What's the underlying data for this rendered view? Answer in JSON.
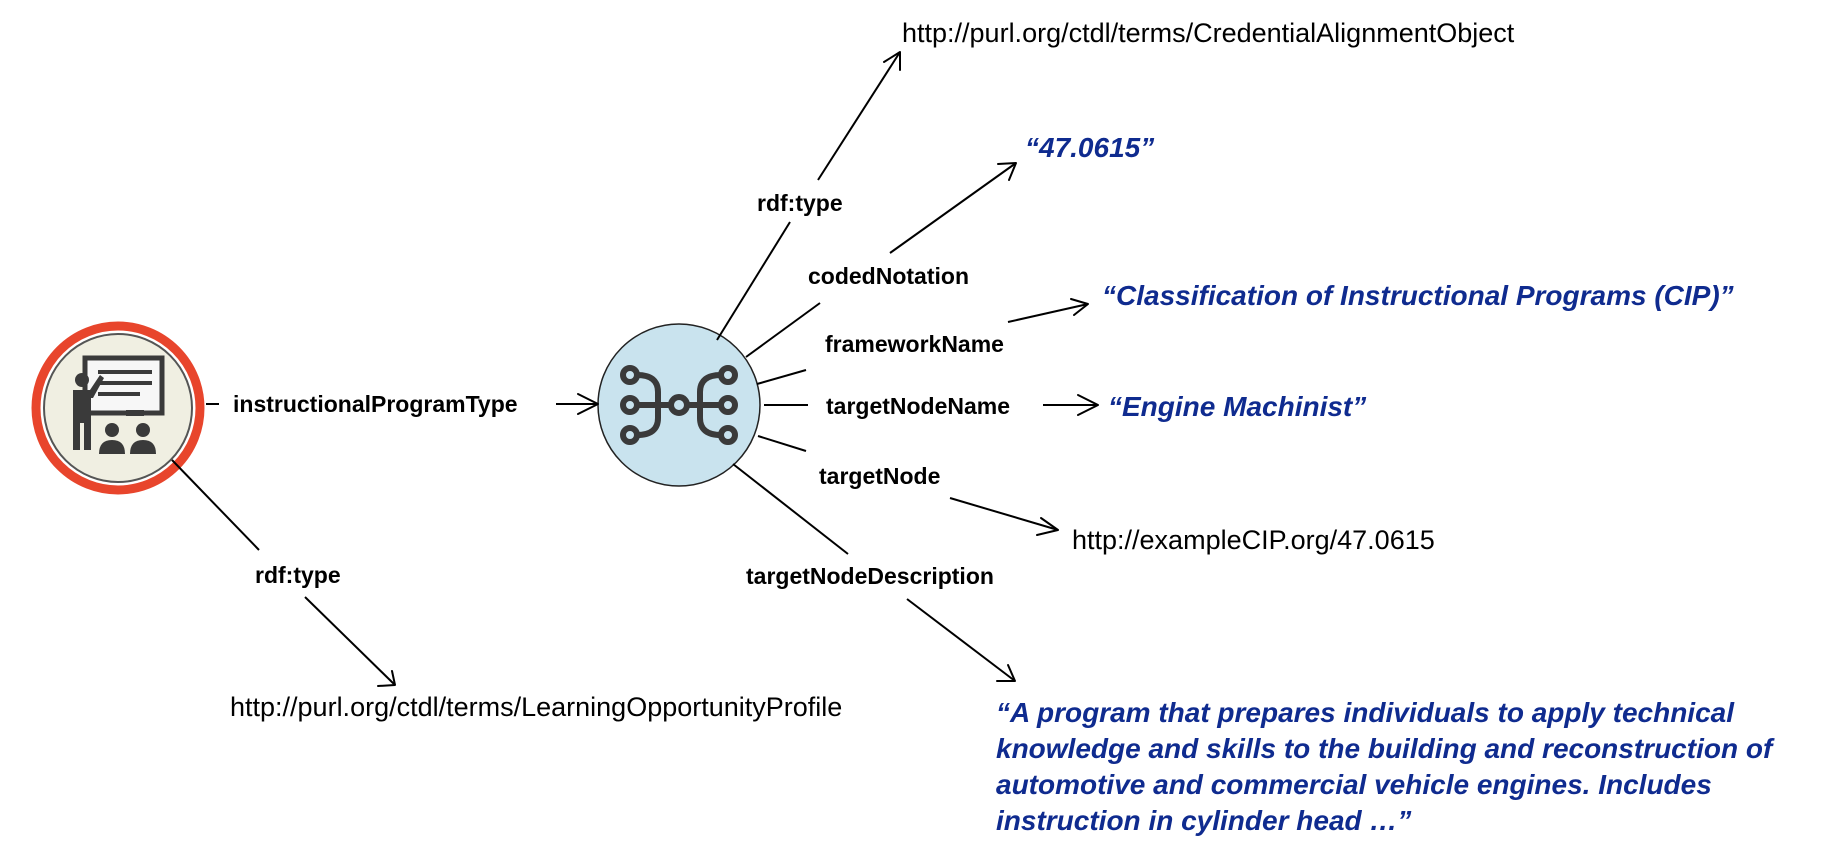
{
  "nodes": {
    "subject_icon": "teacher-classroom-icon",
    "blank_icon": "branch-node-icon",
    "subject_ring_color": "#e8452c",
    "blank_fill_color": "#c9e3ee",
    "literal_color": "#0f2b8f"
  },
  "predicates": {
    "instructional_program_type": "instructionalProgramType",
    "subject_rdf_type": "rdf:type",
    "blank_rdf_type": "rdf:type",
    "coded_notation": "codedNotation",
    "framework_name": "frameworkName",
    "target_node_name": "targetNodeName",
    "target_node": "targetNode",
    "target_node_description": "targetNodeDescription"
  },
  "objects": {
    "learning_opportunity_profile": "http://purl.org/ctdl/terms/LearningOpportunityProfile",
    "credential_alignment_object": "http://purl.org/ctdl/terms/CredentialAlignmentObject",
    "coded_notation_value": "“47.0615”",
    "framework_name_value": "“Classification of Instructional Programs (CIP)”",
    "target_node_name_value": "“Engine Machinist”",
    "target_node_value": "http://exampleCIP.org/47.0615",
    "target_node_description_lines": [
      "“A program that prepares individuals to apply technical",
      "knowledge and skills to the building and reconstruction of",
      "automotive and commercial vehicle engines. Includes",
      "instruction in cylinder head …”"
    ]
  }
}
